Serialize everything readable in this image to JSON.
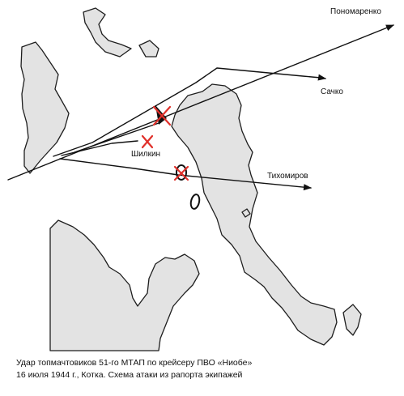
{
  "map": {
    "colors": {
      "land_fill": "#e3e3e3",
      "shore_stroke": "#1e1e1e",
      "track": "#111111",
      "hit_mark": "#e0302a"
    },
    "labels": {
      "ponomarenko": "Пономаренко",
      "sachko": "Сачко",
      "shilkin": "Шилкин",
      "tikhomirov": "Тихомиров"
    }
  },
  "caption": {
    "line1": "Удар топмачтовиков 51-го МТАП по крейсеру ПВО «Ниобе»",
    "line2": "16 июля 1944 г., Котка. Схема атаки из рапорта экипажей"
  }
}
